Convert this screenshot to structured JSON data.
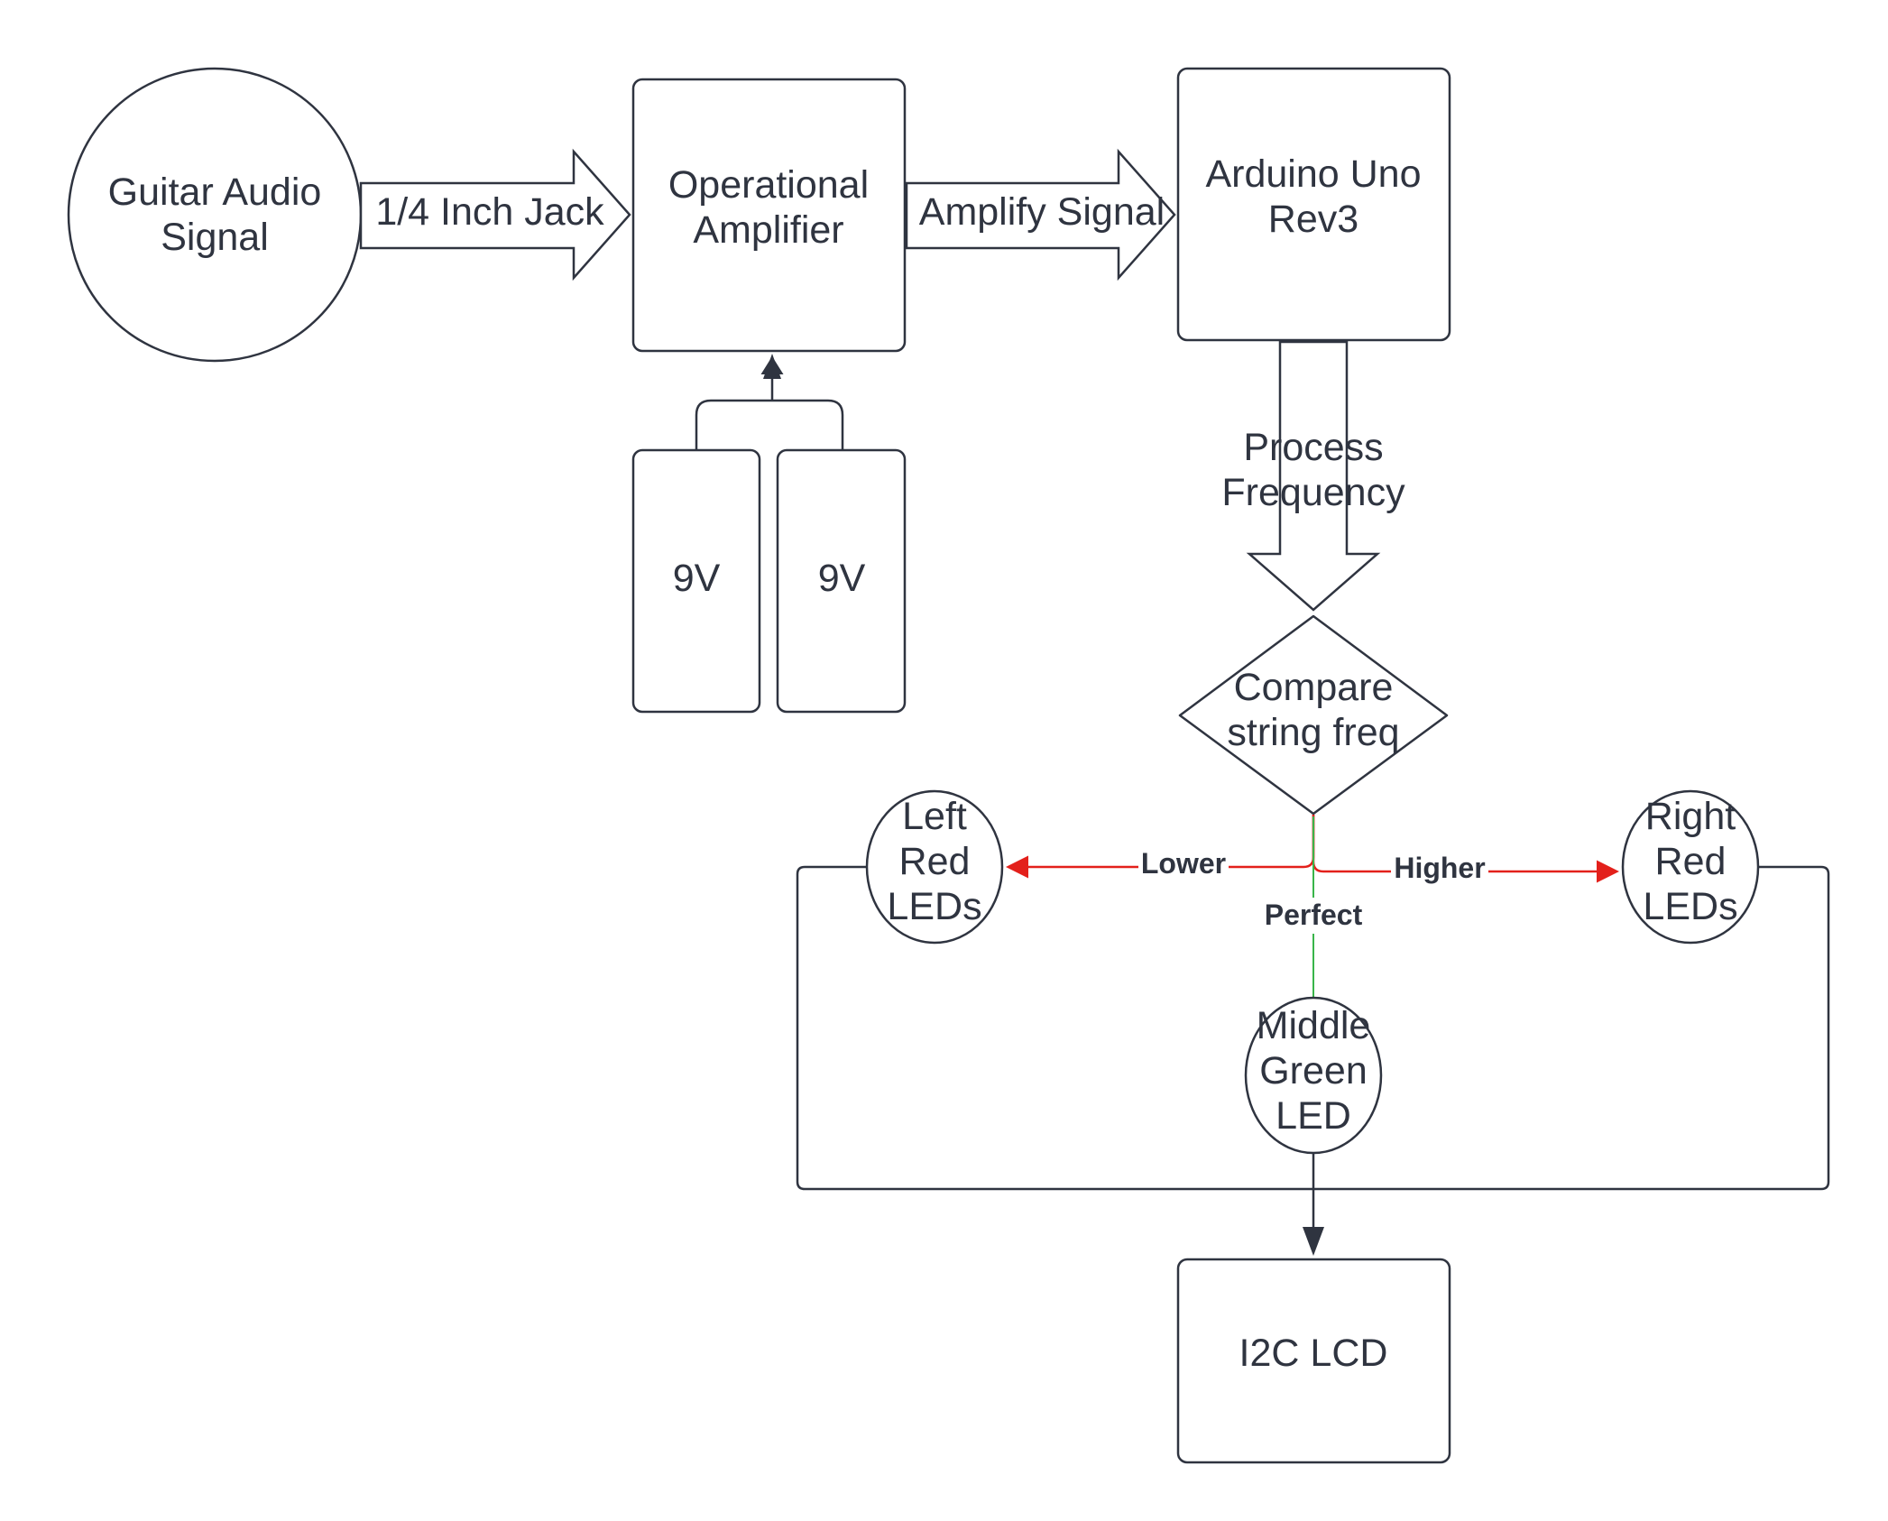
{
  "nodes": {
    "guitar": "Guitar Audio|Signal",
    "opamp": "Operational|Amplifier",
    "battery_left": "9V",
    "battery_right": "9V",
    "arduino": "Arduino Uno|Rev3",
    "compare": "Compare|string freq",
    "left_leds": "Left|Red|LEDs",
    "right_leds": "Right|Red|LEDs",
    "middle_led": "Middle|Green|LED",
    "lcd": "I2C LCD"
  },
  "arrows": {
    "jack": "1/4 Inch Jack",
    "amplify": "Amplify Signal",
    "process": "Process|Frequency"
  },
  "branches": {
    "lower": "Lower",
    "higher": "Higher",
    "perfect": "Perfect"
  },
  "colors": {
    "outline": "#2f3440",
    "red_branch": "#e3201b",
    "green_branch": "#39b54a",
    "background": "#ffffff"
  }
}
